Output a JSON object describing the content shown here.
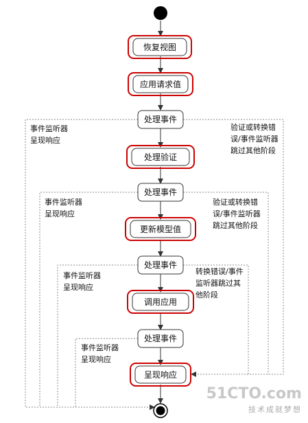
{
  "steps": [
    {
      "label": "恢复视图"
    },
    {
      "label": "应用请求值"
    },
    {
      "label": "处理事件"
    },
    {
      "label": "处理验证"
    },
    {
      "label": "处理事件"
    },
    {
      "label": "更新模型值"
    },
    {
      "label": "处理事件"
    },
    {
      "label": "调用应用"
    },
    {
      "label": "处理事件"
    },
    {
      "label": "呈现响应"
    }
  ],
  "notes": {
    "listener_1": [
      "事件监听器",
      "呈现响应"
    ],
    "skip_1": [
      "验证或转换错",
      "误/事件监听器",
      "跳过其他阶段"
    ],
    "listener_2": [
      "事件监听器",
      "呈现响应"
    ],
    "skip_2": [
      "验证或转换错",
      "误/事件监听器",
      "跳过其他阶段"
    ],
    "listener_3": [
      "事件监听器",
      "呈现响应"
    ],
    "skip_3": [
      "转换错误/事件",
      "监听器跳过其",
      "他阶段"
    ],
    "listener_4": [
      "事件监听器",
      "呈现响应"
    ]
  },
  "watermark": {
    "main": "51CTO.com",
    "sub": "技术成就梦想"
  },
  "colors": {
    "highlight": "#cc0000",
    "line": "#333333",
    "dashed": "#888888"
  }
}
